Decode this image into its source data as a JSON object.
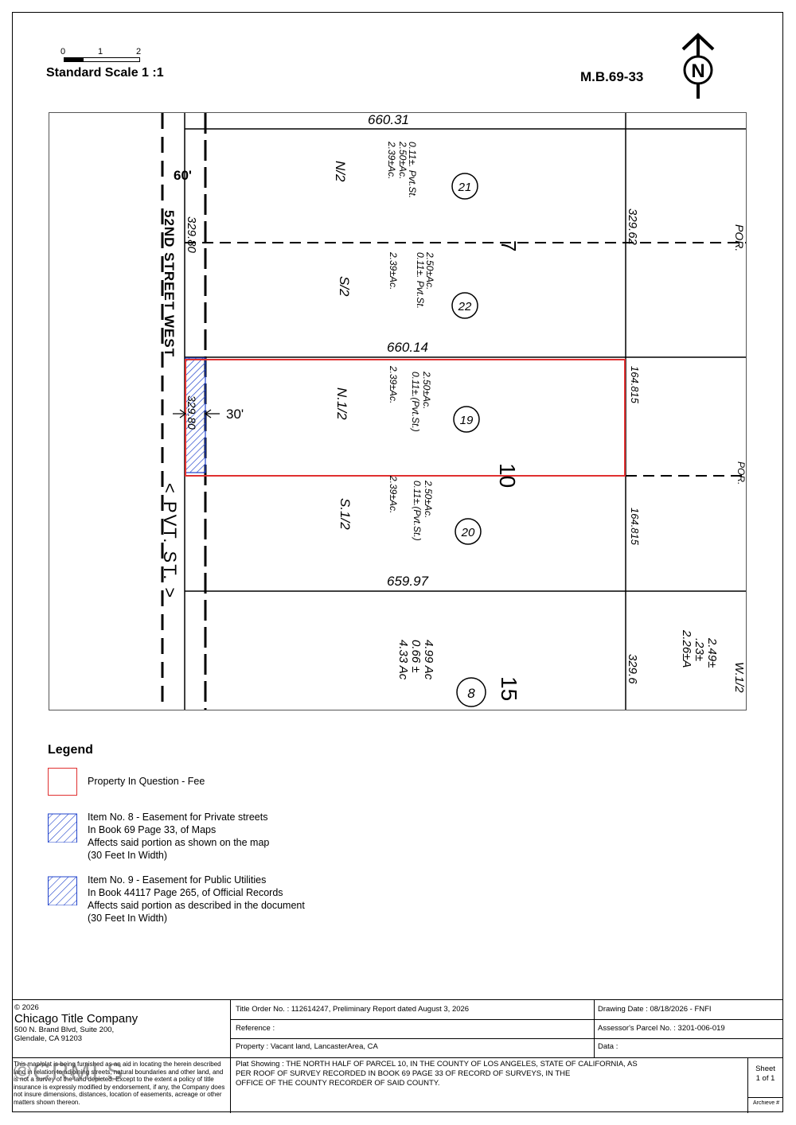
{
  "header": {
    "scale_ticks": [
      "0",
      "1",
      "2"
    ],
    "scale_label": "Standard Scale 1 :1",
    "map_book_ref": "M.B.69-33",
    "north_letter": "N"
  },
  "map": {
    "street_width": "60'",
    "street_name": "52ND STREET WEST",
    "private_street": "< PVT. ST. >",
    "easement_width": "30'",
    "block_numbers": [
      "7",
      "10",
      "15"
    ],
    "parcels": [
      {
        "number": "21",
        "half": "N/2",
        "gross": "2.50±Ac.",
        "street": "0.11±. Pvt.St.",
        "net": "2.39±Ac."
      },
      {
        "number": "22",
        "half": "S/2",
        "gross": "2.50±Ac.",
        "street": "0.11±. Pvt.St.",
        "net": "2.39±Ac."
      },
      {
        "number": "19",
        "half": "N.1/2",
        "gross": "2.50±Ac.",
        "street": "0.11±.(Pvt.St.)",
        "net": "2.39±Ac."
      },
      {
        "number": "20",
        "half": "S.1/2",
        "gross": "2.50±Ac.",
        "street": "0.11±.(Pvt.St.)",
        "net": "2.39±Ac."
      },
      {
        "number": "8",
        "half": "",
        "gross": "4.99 Ac",
        "street": "0.66 ±",
        "net": "4.33 Ac"
      }
    ],
    "dimensions": {
      "top": "660.31",
      "middle": "660.14",
      "bottom": "659.97",
      "west_side": "329.80",
      "east_side": "329.62",
      "east_bottom": "329.6",
      "subject_west": "329.80",
      "subject_east": "164.815",
      "lower_east": "164.815"
    },
    "right_edge_labels": [
      "POR.",
      "POR.",
      "W.1/2",
      "2.49±",
      ".23±",
      "2.26±A"
    ],
    "colors": {
      "property_outline": "#e03030",
      "easement_hatch": "#2244cc"
    }
  },
  "legend": {
    "title": "Legend",
    "items": [
      {
        "lines": [
          "Property In Question - Fee"
        ],
        "swatch": "red-outline"
      },
      {
        "lines": [
          "Item No. 8 - Easement for Private streets",
          "In Book 69 Page 33, of Maps",
          "Affects said portion as shown on the map",
          "(30 Feet In Width)"
        ],
        "swatch": "blue-hatch"
      },
      {
        "lines": [
          "Item No. 9 - Easement for Public Utilities",
          "In Book 44117 Page 265, of Official Records",
          "Affects said portion as described in the document",
          "(30 Feet In Width)"
        ],
        "swatch": "blue-hatch"
      }
    ]
  },
  "footer": {
    "copyright": "© 2026",
    "company": "Chicago Title Company",
    "address1": "500 N. Brand Blvd, Suite 200,",
    "address2": "Glendale, CA 91203",
    "disclaimer": "This map/plat is being furnished as an aid in locating the herein described land in relation to adjoining streets, natural boundaries and other land, and is not a survey of the land depicted. Except to the extent a policy of title insurance is expressly modified by endorsement, if any, the Company does not insure dimensions, distances, location of easements, acreage or other matters shown thereon.",
    "title_order": "Title Order No. : 112614247, Preliminary Report dated August 3, 2026",
    "drawing_date": "Drawing Date : 08/18/2026 - FNFI",
    "reference": "Reference :",
    "apn": "Assessor's Parcel No. : 3201-006-019",
    "property": "Property : Vacant land, LancasterArea, CA",
    "data": "Data :",
    "plat_line1": "Plat Showing : THE NORTH HALF OF PARCEL 10, IN THE COUNTY OF LOS ANGELES, STATE OF CALIFORNIA, AS",
    "plat_line2": "PER ROOF OF SURVEY RECORDED IN BOOK 69 PAGE 33 OF RECORD OF SURVEYS, IN THE",
    "plat_line3": "OFFICE OF THE COUNTY RECORDER OF SAID COUNTY.",
    "sheet_label": "Sheet",
    "sheet_value": "1 of 1",
    "archive": "Archieve #",
    "watermark": "©CRMLS"
  }
}
